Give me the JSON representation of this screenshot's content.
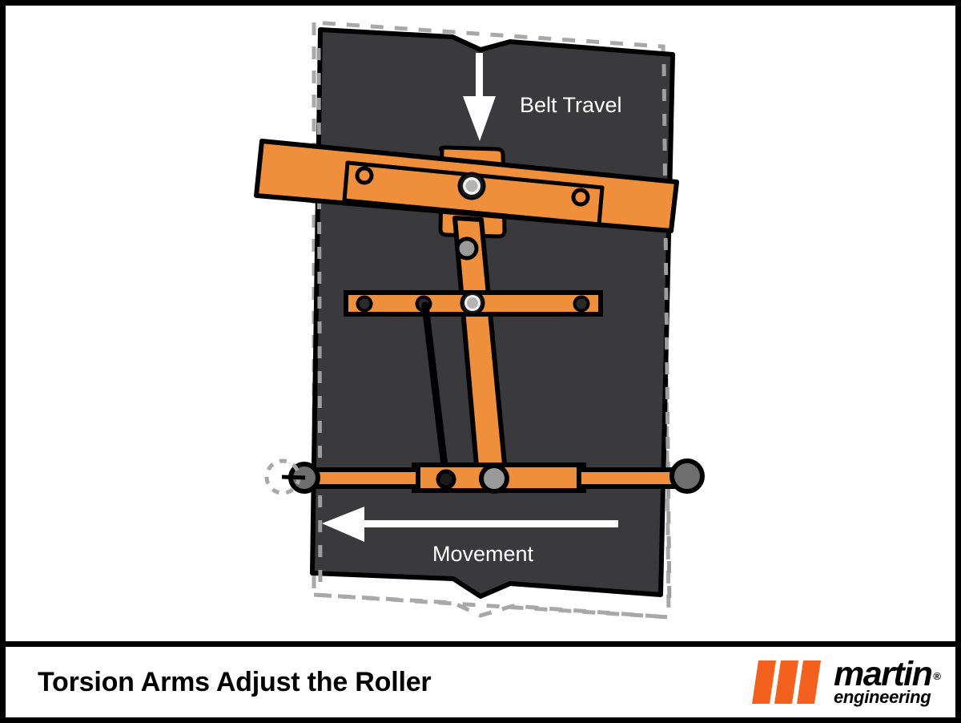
{
  "figure": {
    "caption": "Torsion Arms Adjust the Roller",
    "background_color": "#ffffff",
    "border_color": "#000000"
  },
  "logo": {
    "brand": "martin",
    "sub_brand": "engineering",
    "registered_mark": "®",
    "mark_color": "#F4601E",
    "text_color": "#000000"
  },
  "diagram": {
    "belt": {
      "label": "conveyor-belt",
      "color": "#3a3a3c",
      "outline_color": "#000000"
    },
    "ghost_outline": {
      "label": "original-belt-position",
      "color": "#a8a8a8",
      "style": "dashed"
    },
    "components": {
      "top_torsion_arm": "top-torsion-arm",
      "middle_torsion_arm": "middle-torsion-arm",
      "vertical_link_arm": "vertical-link-arm",
      "roller_shaft": "roller-shaft",
      "mounting_bracket": "mounting-bracket",
      "arm_color": "#EF8F3C",
      "pivot_color": "#9a9a9a",
      "bolt_dark": "#1a1a1a"
    },
    "annotations": {
      "belt_travel": {
        "text": "Belt Travel",
        "arrow_direction": "down",
        "color": "#ffffff"
      },
      "movement": {
        "text": "Movement",
        "arrow_direction": "left",
        "color": "#ffffff"
      }
    }
  }
}
